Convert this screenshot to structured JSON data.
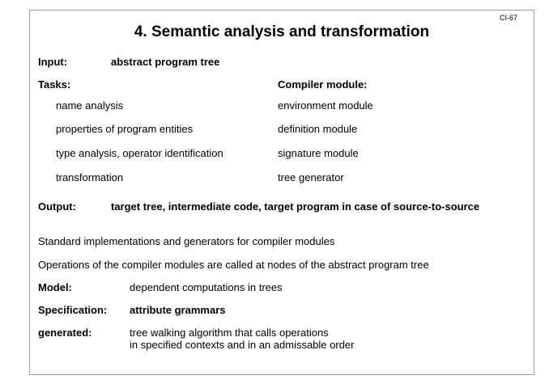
{
  "slide_id": "CI-67",
  "title": "4. Semantic analysis and transformation",
  "input": {
    "label": "Input:",
    "value": "abstract program tree"
  },
  "tasks": {
    "label": "Tasks:",
    "module_header": "Compiler module:",
    "rows": [
      {
        "task": "name analysis",
        "module": "environment module"
      },
      {
        "task": "properties of program entities",
        "module": "definition module"
      },
      {
        "task": "type analysis, operator identification",
        "module": "signature module"
      },
      {
        "task": "transformation",
        "module": "tree generator"
      }
    ]
  },
  "output": {
    "label": "Output:",
    "value": "target tree, intermediate code, target program in case of source-to-source"
  },
  "notes": [
    "Standard implementations and generators for compiler modules",
    "Operations of the compiler modules are called at nodes of the abstract program tree"
  ],
  "model": {
    "label": "Model:",
    "value": "dependent computations in trees"
  },
  "specification": {
    "label": "Specification:",
    "value": "attribute grammars"
  },
  "generated": {
    "label": "generated:",
    "line1": "tree walking algorithm that calls operations",
    "line2": "in specified contexts and in an admissable order"
  }
}
